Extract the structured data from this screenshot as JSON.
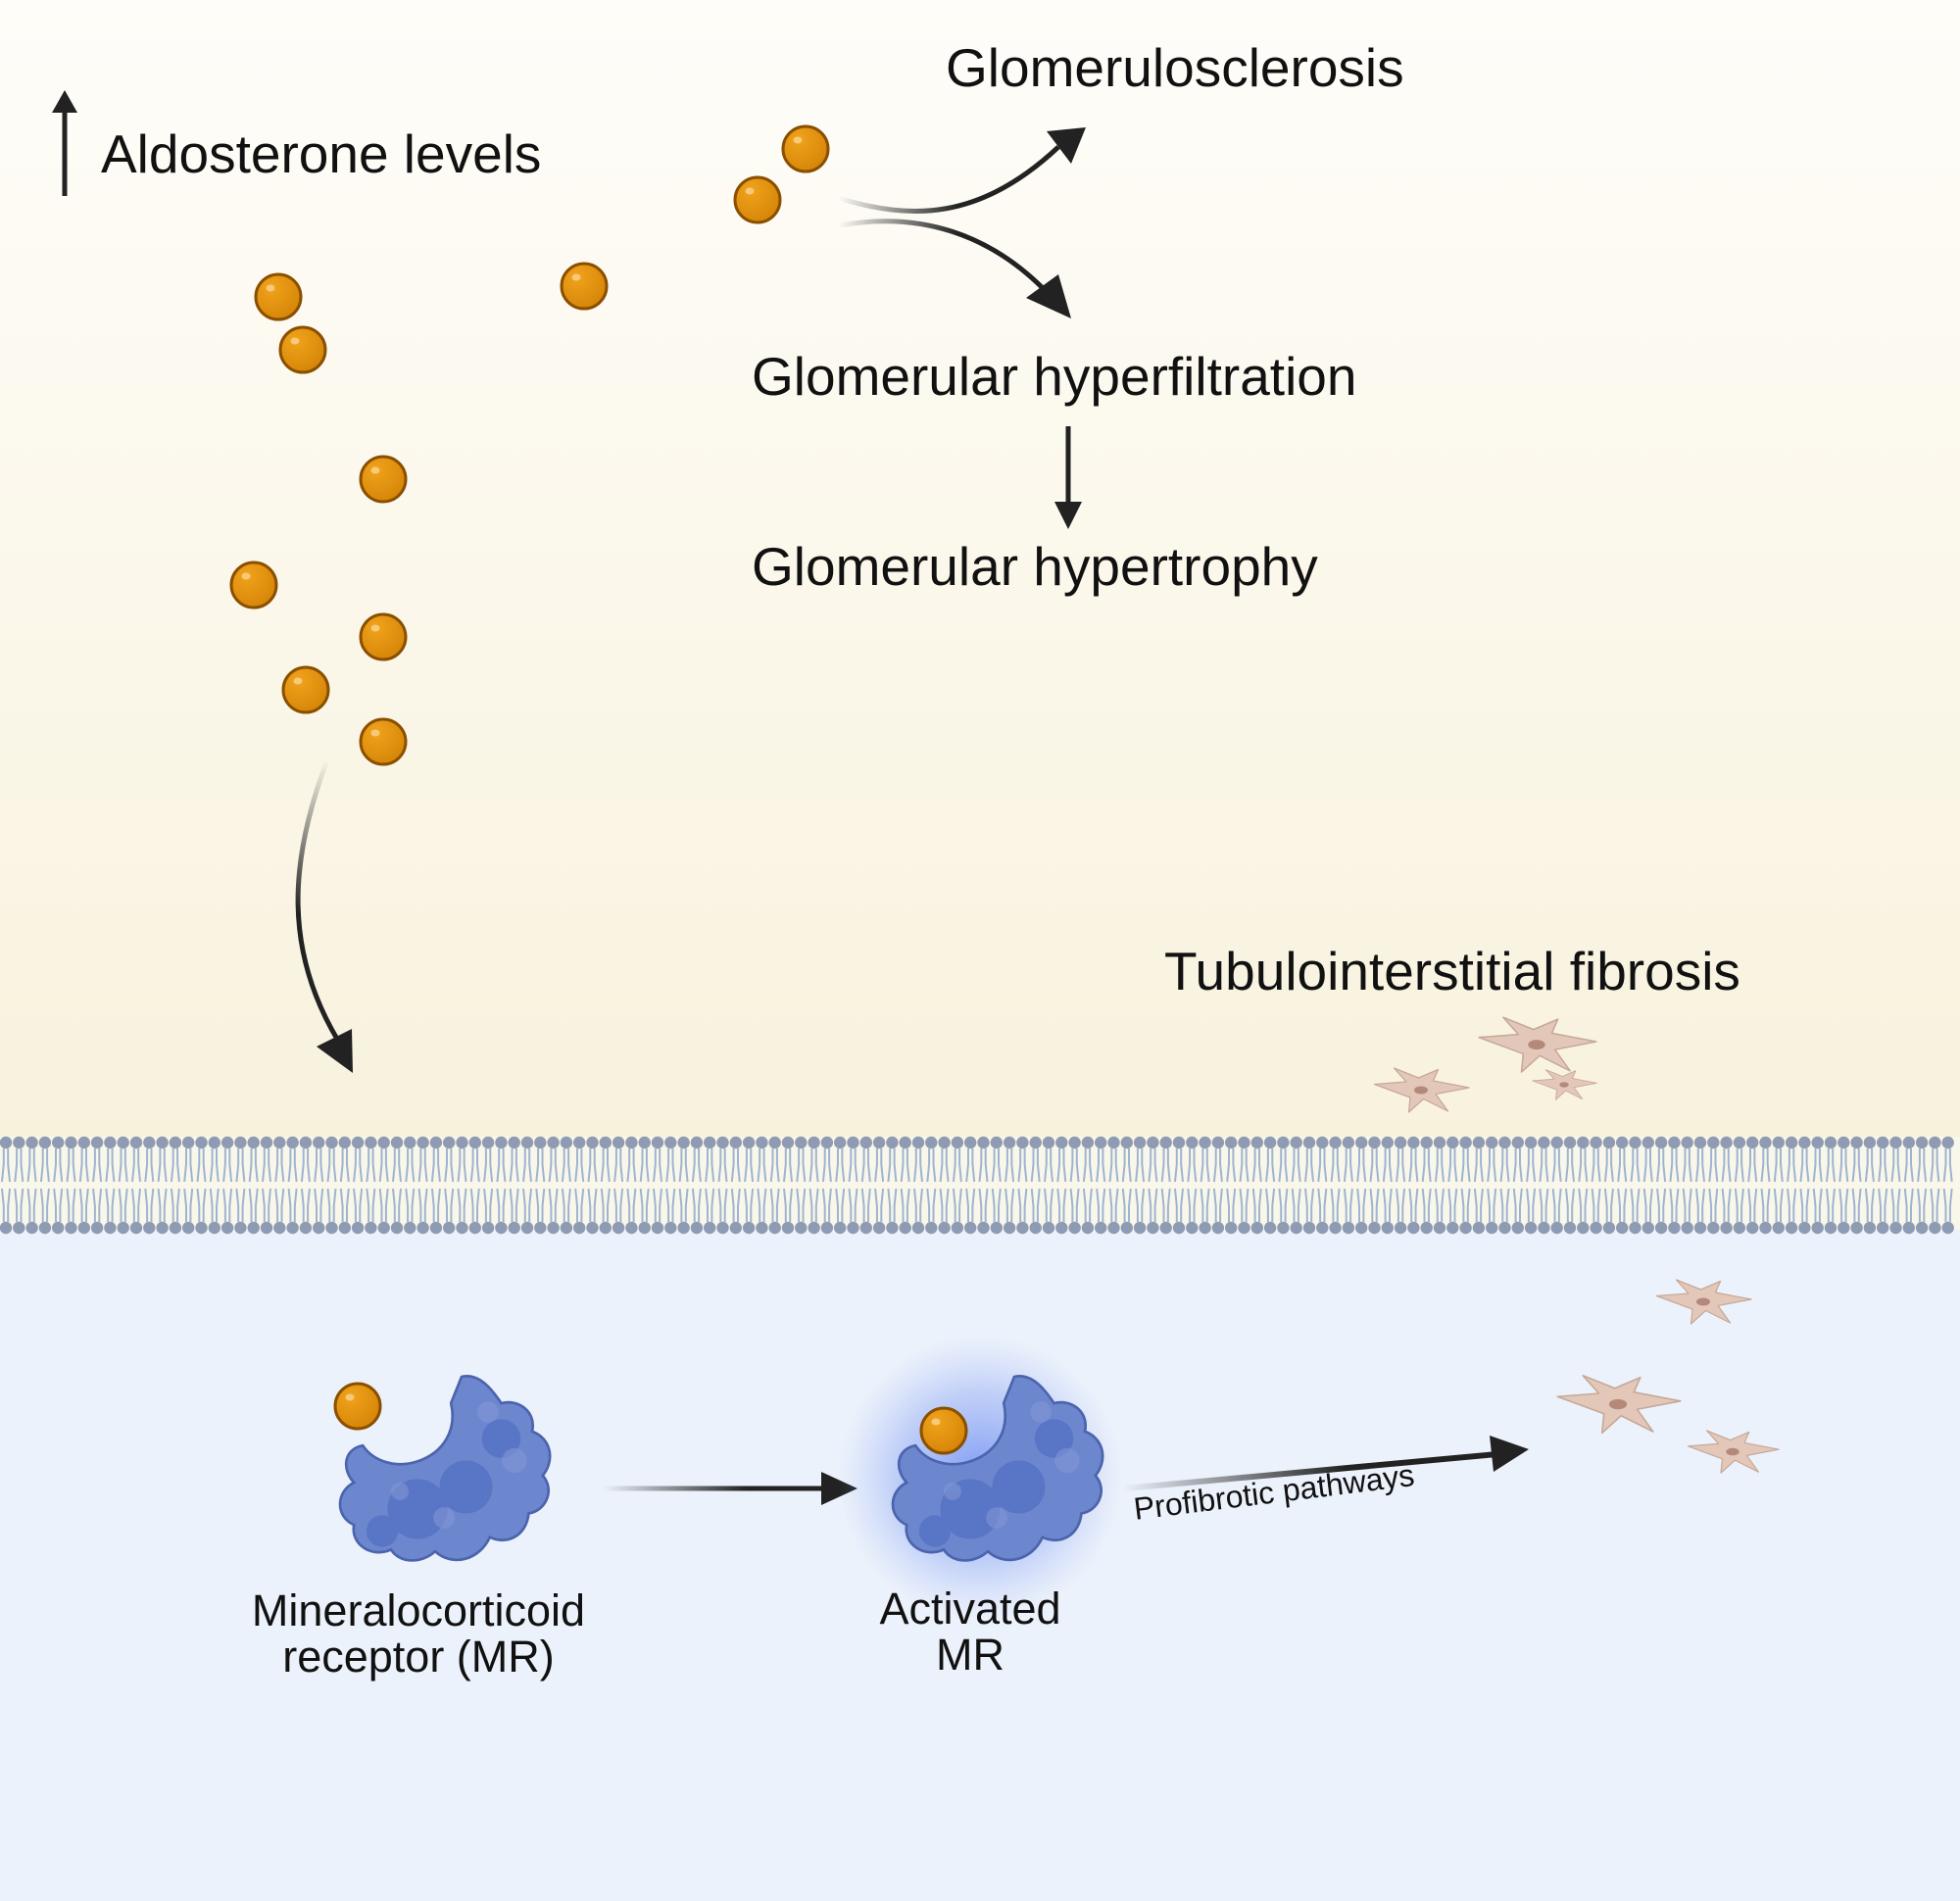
{
  "labels": {
    "aldosterone": "Aldosterone levels",
    "glomerulosclerosis": "Glomerulosclerosis",
    "hyperfiltration": "Glomerular hyperfiltration",
    "hypertrophy": "Glomerular hypertrophy",
    "fibrosis": "Tubulointerstitial fibrosis",
    "mr_line1": "Mineralocorticoid",
    "mr_line2": "receptor (MR)",
    "activated_line1": "Activated",
    "activated_line2": "MR",
    "profibrotic": "Profibrotic pathways"
  },
  "colors": {
    "aldosterone_molecule": "#d98a0b",
    "receptor": "#6d87cf",
    "receptor_glow": "#5b7ef0",
    "fibroblast": "#d8bcae",
    "membrane_head": "#8e9bb3",
    "extracellular_top": "#fefdf9",
    "extracellular_bottom": "#f8f2dd",
    "intracellular": "#ecf2fb",
    "arrow": "#222222"
  },
  "icons": {
    "increase": "up-arrow-icon",
    "molecule": "aldosterone-molecule-icon",
    "receptor": "mineralocorticoid-receptor-icon",
    "cell": "fibroblast-icon"
  }
}
